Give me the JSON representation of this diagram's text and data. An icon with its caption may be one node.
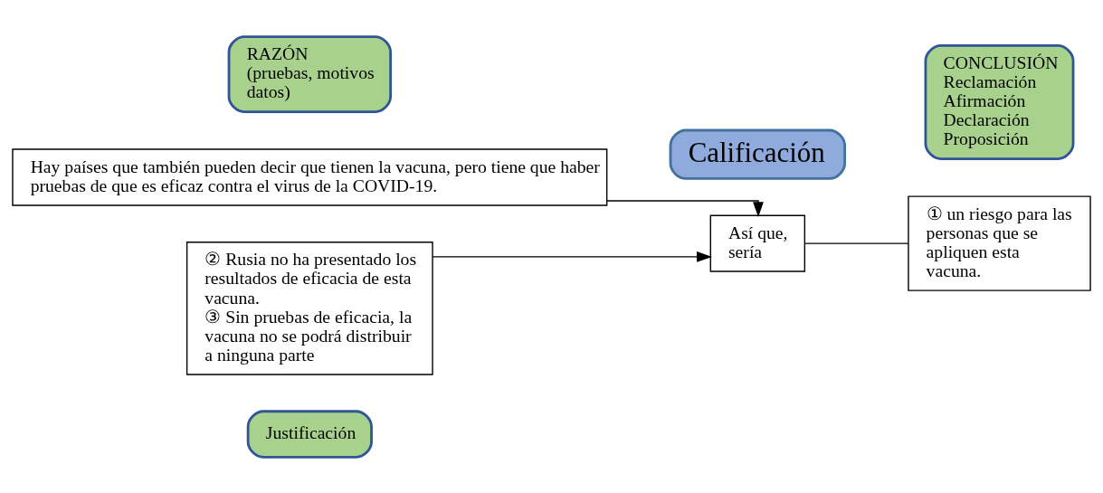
{
  "diagram": {
    "nodes": [
      {
        "text": [
          "Justificación"
        ]
      },
      {
        "text": [
          "Hay países que también pueden decir que tienen la vacuna, pero tiene que haber pruebas de que es eficaz contra el virus de la COVID-19."
        ]
      },
      {
        "text": [
          "② Rusia no ha presentado los resultados de eficacia de esta vacuna.",
          "③ Sin pruebas de eficacia, la vacuna no se podrá distribuir a ninguna parte"
        ]
      },
      {
        "text": [
          "Calificación"
        ]
      },
      {
        "text": [
          "Así que, sería"
        ]
      },
      {
        "text": [
          "① un riesgo para las personas que se apliquen esta vacuna."
        ]
      },
      {
        "text": [
          "RAZÓN",
          "(pruebas, motivos datos)"
        ]
      },
      {
        "text": [
          "CONCLUSIÓN",
          "Reclamación",
          "Afirmación",
          "Declaración",
          "Proposición"
        ]
      }
    ],
    "edges": [
      {
        "from": 2,
        "to": 4,
        "arrow": "to"
      },
      {
        "from": 1,
        "to": 4,
        "arrow": "to"
      },
      {
        "from": 4,
        "to": 5,
        "arrow": "none"
      }
    ]
  }
}
